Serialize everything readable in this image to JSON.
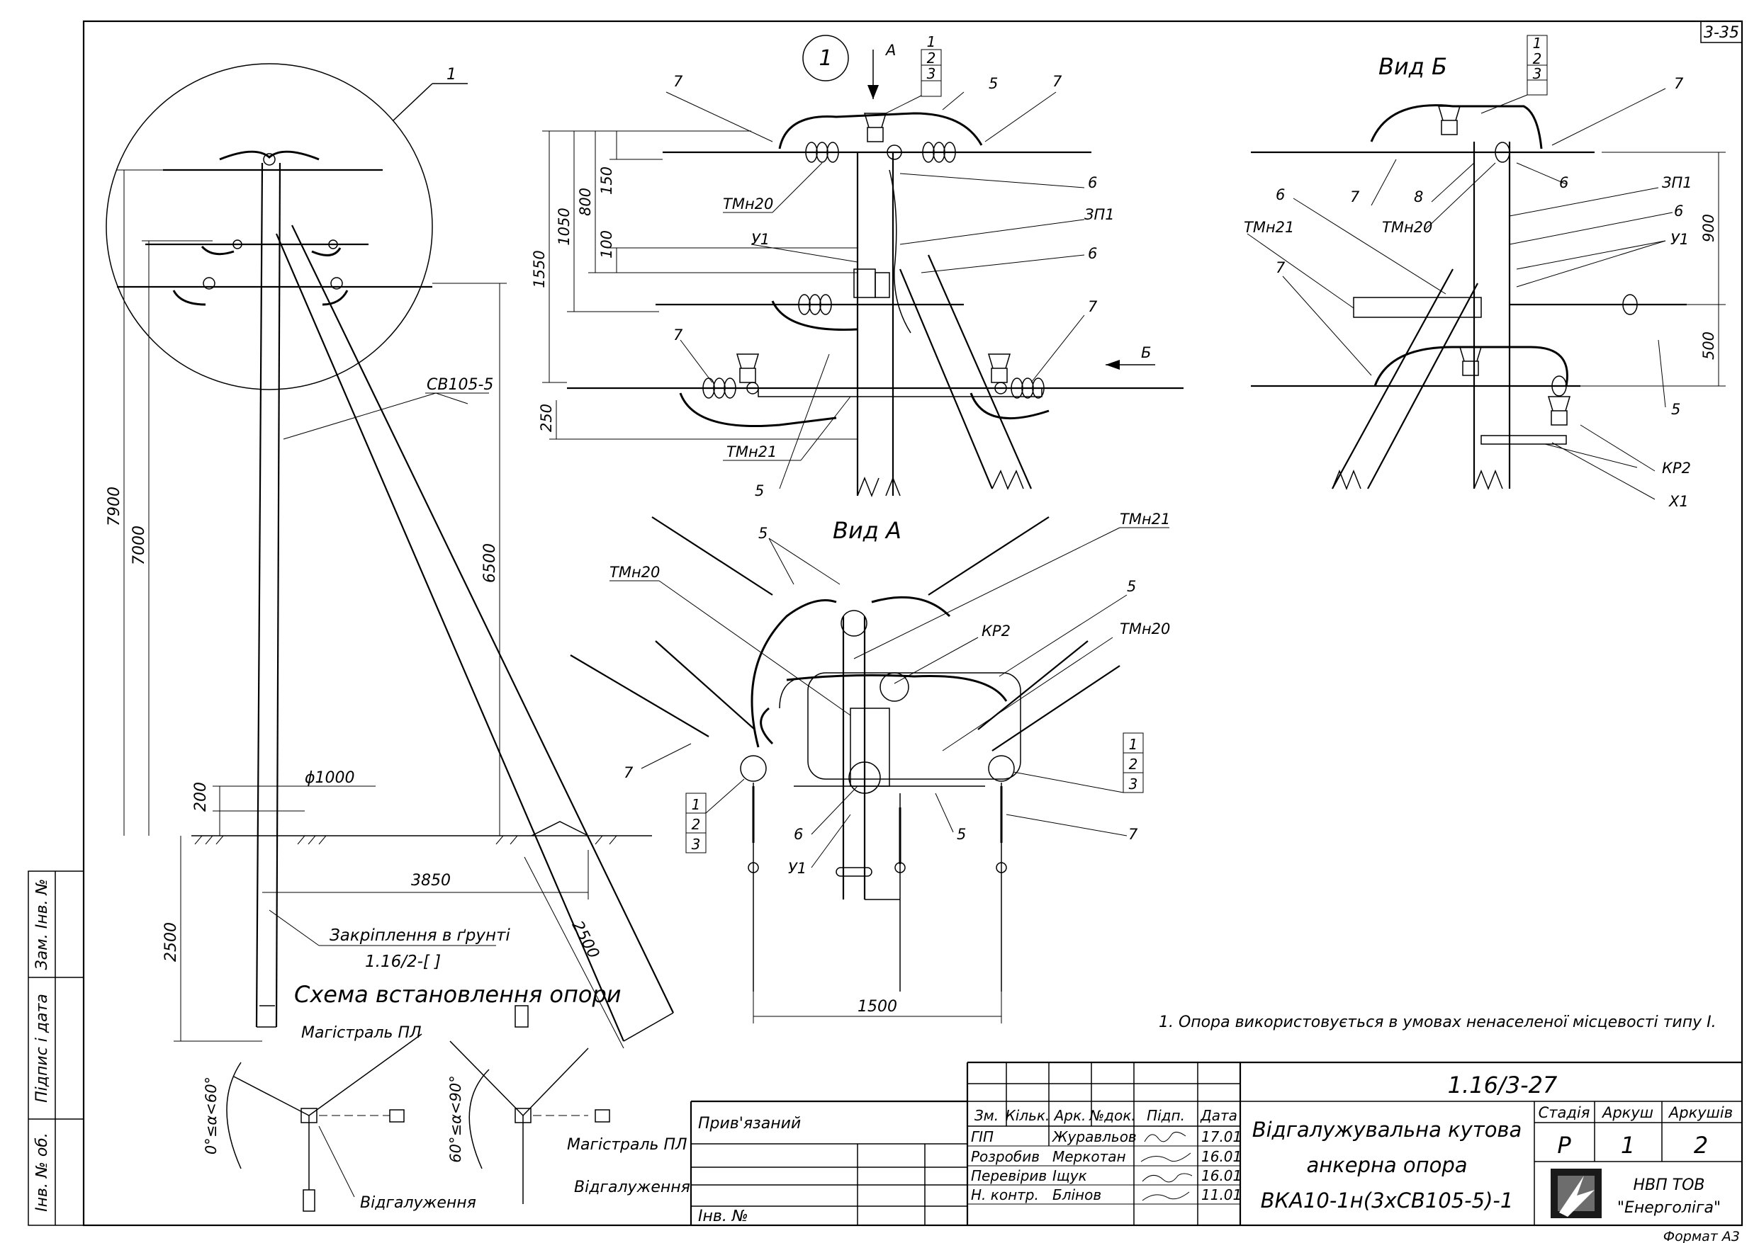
{
  "sheet_code": "3-35",
  "format_label": "Формат А3",
  "side_stamp": {
    "cells": [
      "Зам. Інв. №",
      "Підпис і дата",
      "Інв. № об."
    ]
  },
  "notes": [
    "1. Опора використовується в умовах ненаселеної місцевості типу І."
  ],
  "schema": {
    "title": "Схема встановлення опори",
    "left": {
      "main_label": "Магістраль ПЛ",
      "branch_label": "Відгалуження",
      "angle": "0°≤α<60°"
    },
    "right": {
      "main_label": "Магістраль ПЛ",
      "branch_label": "Відгалуження",
      "angle": "60°≤α<90°"
    }
  },
  "general_view": {
    "callout": "1",
    "post_label": "СВ105-5",
    "foundation_caption": "Закріплення в ґрунті",
    "foundation_ref": "1.16/2-[    ]",
    "dims": {
      "d_total": "7900",
      "d_above": "7000",
      "d_strut": "6500",
      "d_200": "200",
      "d_hole": "ϕ1000",
      "d_base": "3850",
      "d_depth": "2500",
      "d_strut_depth": "2500"
    }
  },
  "detail_1": {
    "bubble": "1",
    "view_arrow": "А",
    "stack": [
      "1",
      "2",
      "3"
    ],
    "dims": {
      "d1550": "1550",
      "d1050": "1050",
      "d800": "800",
      "d150": "150",
      "d100": "100",
      "d250": "250"
    },
    "labels": {
      "l7a": "7",
      "l5": "5",
      "l7b": "7",
      "lTMn20": "ТМн20",
      "l6a": "6",
      "lZP1": "ЗП1",
      "lY1": "У1",
      "l6b": "6",
      "l7c": "7",
      "l7d": "7",
      "lB": "Б",
      "lTMn21": "ТМн21",
      "l5b": "5"
    }
  },
  "view_b": {
    "title": "Вид Б",
    "stack": [
      "1",
      "2",
      "3"
    ],
    "dims": {
      "d900": "900",
      "d500": "500"
    },
    "labels": {
      "l7a": "7",
      "l6": "6",
      "lTMn21": "ТМн21",
      "l7b": "7",
      "l7c": "7",
      "l8": "8",
      "lTMn20": "ТМн20",
      "l6b": "6",
      "lZP1": "ЗП1",
      "l6c": "6",
      "lY1": "У1",
      "l5": "5",
      "lKR2": "КР2",
      "lX1": "Х1"
    }
  },
  "view_a": {
    "title": "Вид А",
    "stack_right": [
      "1",
      "2",
      "3"
    ],
    "stack_left": [
      "1",
      "2",
      "3"
    ],
    "dims": {
      "d1500": "1500"
    },
    "labels": {
      "l5a": "5",
      "lTMn21": "ТМн21",
      "lTMn20a": "ТМн20",
      "l5b": "5",
      "lKR2": "КР2",
      "lTMn20b": "ТМн20",
      "l7a": "7",
      "l6": "6",
      "lY1": "У1",
      "l5c": "5",
      "l7b": "7"
    }
  },
  "title_block": {
    "doc_code": "1.16/3-27",
    "privyazanyi": "Прив'язаний",
    "inv_label": "Інв. №",
    "headers": [
      "Зм.",
      "Кільк.",
      "Арк.",
      "№док.",
      "Підп.",
      "Дата"
    ],
    "rows": [
      {
        "role": "ГІП",
        "name": "Журавльов",
        "date": "17.01"
      },
      {
        "role": "Розробив",
        "name": "Меркотан",
        "date": "16.01"
      },
      {
        "role": "Перевірив",
        "name": "Іщук",
        "date": "16.01"
      },
      {
        "role": "Н. контр.",
        "name": "Блінов",
        "date": "11.01"
      }
    ],
    "title_lines": [
      "Відгалужувальна кутова",
      "анкерна опора",
      "ВКА10-1н(3хСВ105-5)-1"
    ],
    "stage_header": "Стадія",
    "stage": "Р",
    "sheet_header": "Аркуш",
    "sheet": "1",
    "sheets_header": "Аркушів",
    "sheets": "2",
    "company": [
      "НВП ТОВ",
      "\"Енерголіга\""
    ]
  }
}
